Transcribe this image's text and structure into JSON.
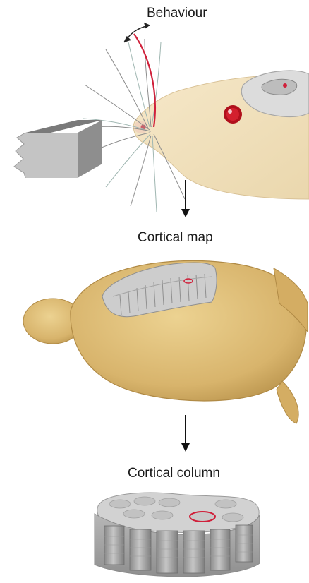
{
  "labels": {
    "behaviour": "Behaviour",
    "cortical_map": "Cortical map",
    "cortical_column": "Cortical column"
  },
  "colors": {
    "fur": "#f3e3bf",
    "brain": "#d9b56e",
    "cortex_grey": "#c9c9c9",
    "highlight_red": "#d0203a",
    "eye_red": "#c1121f",
    "object_grey": "#a9a9a9"
  }
}
